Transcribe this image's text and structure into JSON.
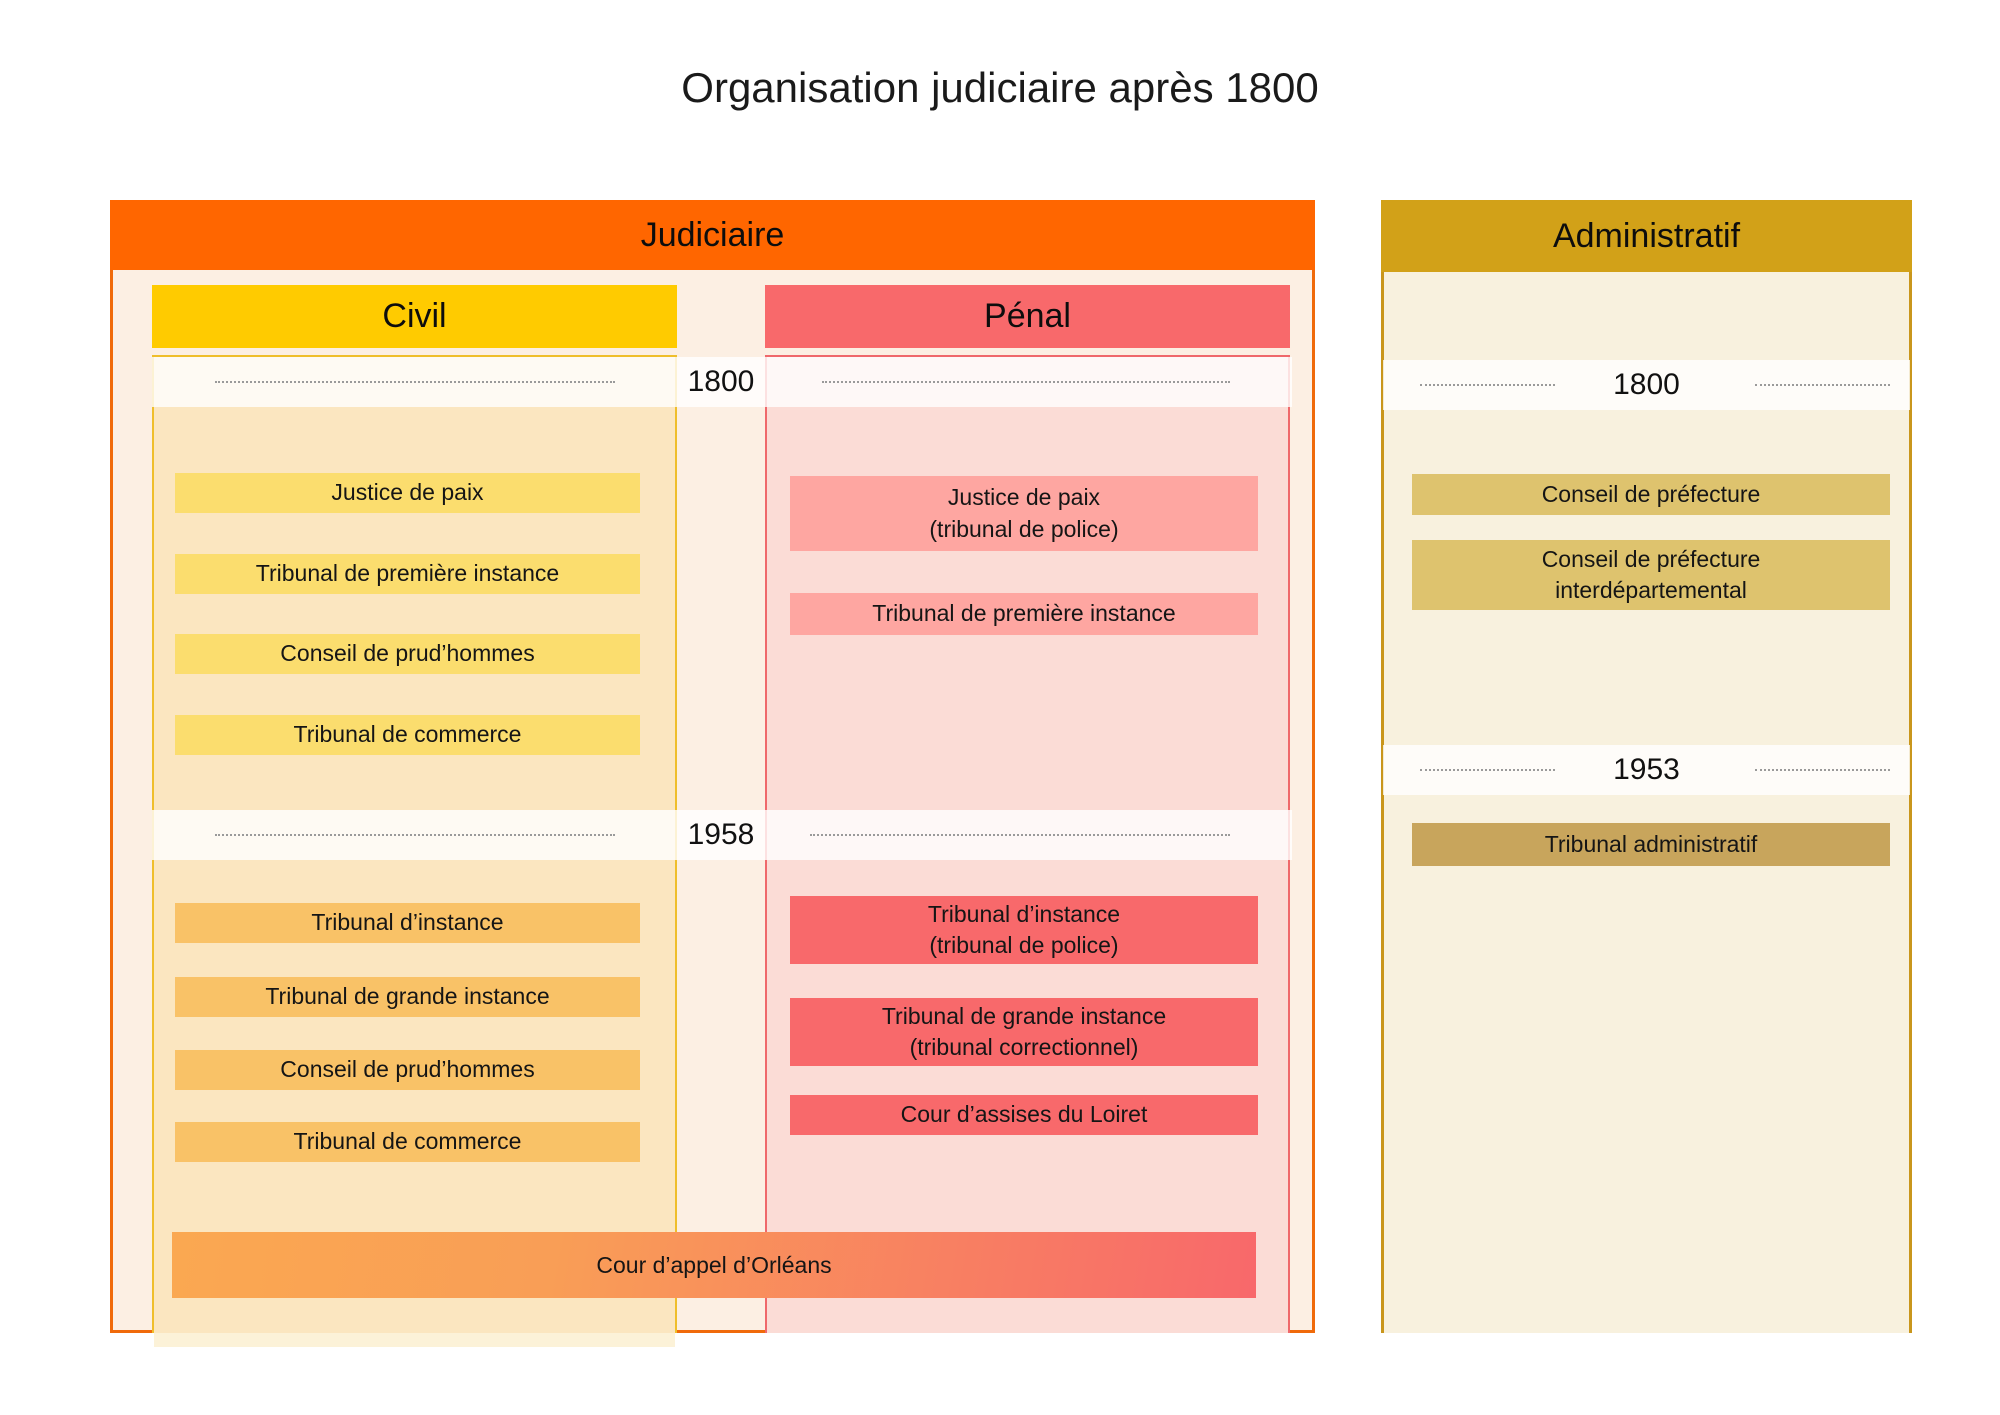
{
  "title": "Organisation judiciaire après 1800",
  "judiciaire": {
    "label": "Judiciaire",
    "era1": {
      "year": "1800"
    },
    "era2": {
      "year": "1958"
    },
    "civil": {
      "label": "Civil",
      "items_1800": [
        "Justice de paix",
        "Tribunal de première instance",
        "Conseil de prud’hommes",
        "Tribunal de commerce"
      ],
      "items_1958": [
        "Tribunal d’instance",
        "Tribunal de grande instance",
        "Conseil de prud’hommes",
        "Tribunal de commerce"
      ]
    },
    "penal": {
      "label": "Pénal",
      "items_1800": [
        "Justice de paix\n(tribunal de police)",
        "Tribunal de première instance"
      ],
      "items_1958": [
        "Tribunal d’instance\n(tribunal de police)",
        "Tribunal de grande instance\n(tribunal correctionnel)",
        "Cour d’assises du Loiret"
      ]
    },
    "appeal_court": "Cour d’appel d’Orléans"
  },
  "administratif": {
    "label": "Administratif",
    "era1": {
      "year": "1800",
      "items": [
        "Conseil de préfecture",
        "Conseil de préfecture\ninterdépartemental"
      ]
    },
    "era2": {
      "year": "1953",
      "items": [
        "Tribunal administratif"
      ]
    }
  },
  "colors": {
    "judiciaire_header": "#FF6600",
    "civil_header": "#FFCB00",
    "penal_header": "#F8696B",
    "administratif_header": "#D2A118",
    "judiciaire_panel_bg": "#FCEFE3",
    "administratif_panel_bg": "#F8F1DE",
    "civil_column_bg": "#FBE6C0",
    "penal_column_bg": "#FBDCD6",
    "civil_item_1800": "#FBDD6E",
    "civil_item_1958": "#F9C267",
    "penal_item_1800": "#FEA6A1",
    "penal_item_1958": "#F8696B",
    "admin_item_1800": "#DEC36E",
    "admin_item_1953": "#C8A55C",
    "appeal_gradient_start": "#FAA851",
    "appeal_gradient_end": "#F8686B",
    "text": "#111111"
  }
}
